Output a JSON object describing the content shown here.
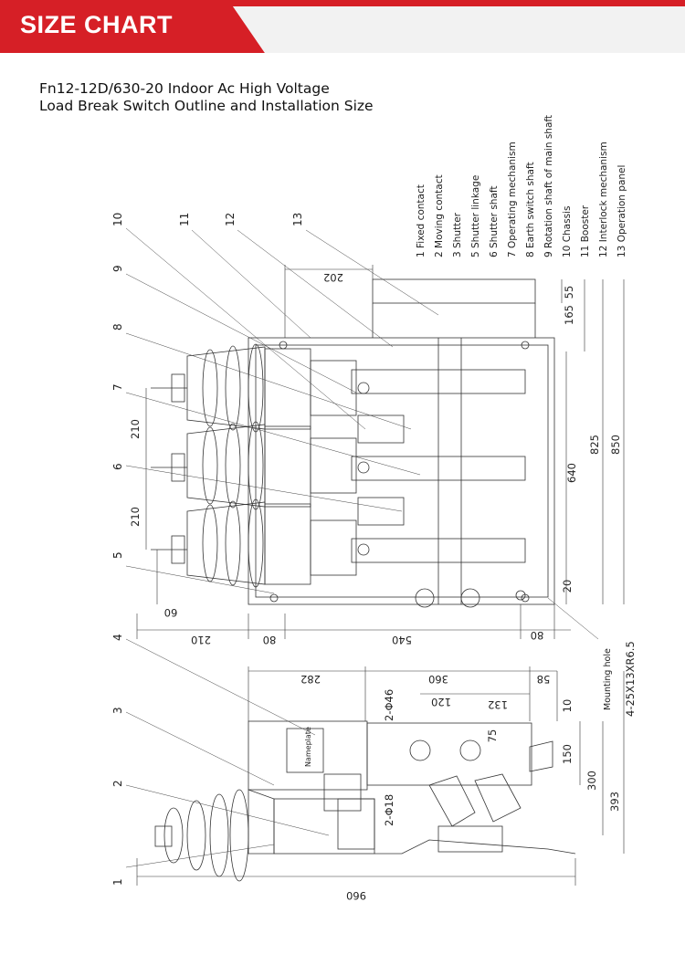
{
  "header": {
    "title": "SIZE CHART",
    "accent_color": "#d61f26"
  },
  "drawing_title": {
    "line1": "Fn12-12D/630-20 Indoor Ac High Voltage",
    "line2": "Load Break Switch Outline and Installation Size"
  },
  "legend": [
    "1 Fixed contact",
    "2 Moving contact",
    "3 Shutter",
    "5 Shutter linkage",
    "6 Shutter shaft",
    "7 Operating mechanism",
    "8 Earth switch shaft",
    "9 Rotation shaft of main shaft",
    "10 Chassis",
    "11 Booster",
    "12 Interlock mechanism",
    "13 Operation panel"
  ],
  "part_numbers": [
    "1",
    "2",
    "3",
    "4",
    "5",
    "6",
    "7",
    "8",
    "9",
    "10",
    "11",
    "12",
    "13"
  ],
  "dimensions": {
    "d202": "202",
    "d55": "55",
    "d165": "165",
    "d825": "825",
    "d850": "850",
    "d640": "640",
    "d20": "20",
    "d210a": "210",
    "d210b": "210",
    "d60": "60",
    "d210c": "210",
    "d80a": "80",
    "d540": "540",
    "d80b": "80",
    "d282": "282",
    "d360": "360",
    "d58": "58",
    "d120": "120",
    "d132": "132",
    "d10": "10",
    "d75": "75",
    "d150": "150",
    "d300": "300",
    "d393": "393",
    "d960": "960",
    "phi46": "2-Φ46",
    "phi18": "2-Φ18",
    "mounting_hole": "Mounting hole",
    "slot": "4-25X13XR6.5",
    "nameplate": "Nameplate"
  }
}
